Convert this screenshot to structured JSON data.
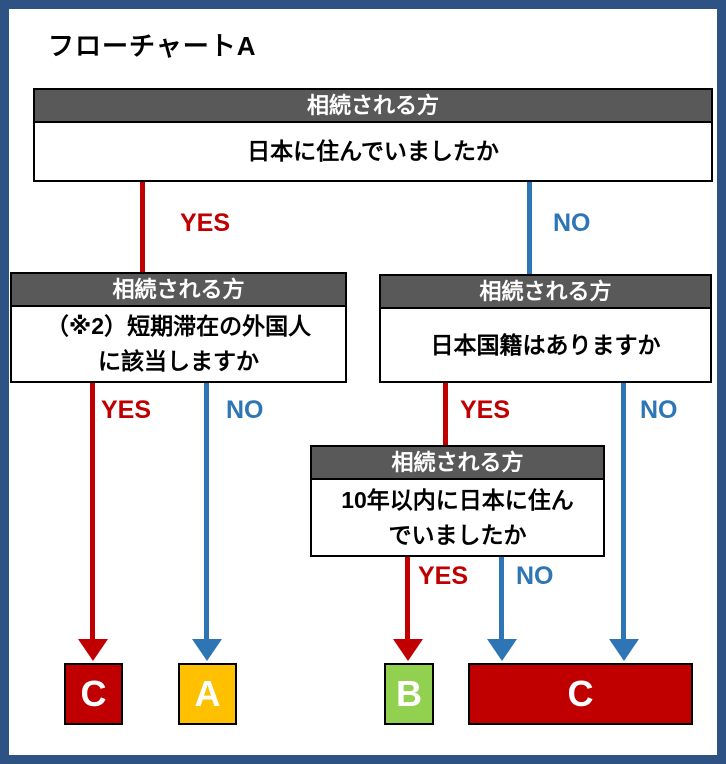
{
  "title": "フローチャートA",
  "labels": {
    "yes": "YES",
    "no": "NO"
  },
  "nodes": {
    "q1": {
      "header": "相続される方",
      "line1": "日本に住んでいましたか",
      "line2": ""
    },
    "q2": {
      "header": "相続される方",
      "line1": "（※2）短期滞在の外国人",
      "line2": "に該当しますか"
    },
    "q3": {
      "header": "相続される方",
      "line1": "日本国籍はありますか",
      "line2": ""
    },
    "q4": {
      "header": "相続される方",
      "line1": "10年以内に日本に住ん",
      "line2": "でいましたか"
    }
  },
  "results": {
    "c1": {
      "label": "C"
    },
    "a": {
      "label": "A"
    },
    "b": {
      "label": "B"
    },
    "c2": {
      "label": "C"
    }
  },
  "colors": {
    "yes_red": "#C00000",
    "no_blue": "#2E75B6",
    "header_gray": "#595959",
    "frame_navy": "#2F5284",
    "result_a_amber": "#FFC000",
    "result_b_green": "#92D050",
    "result_c_red": "#C00000"
  }
}
